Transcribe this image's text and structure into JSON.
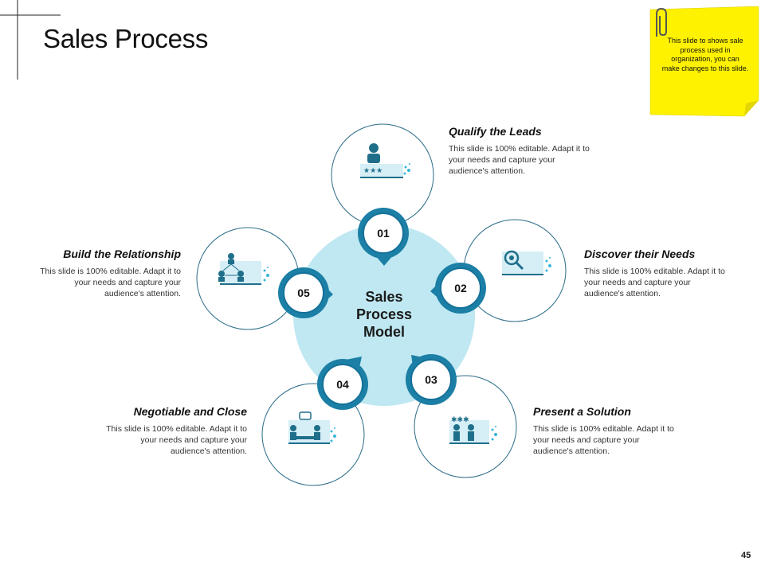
{
  "slide": {
    "title": "Sales Process",
    "page_number": "45",
    "note": "This slide to shows sale process used in organization, you can make changes to this slide."
  },
  "diagram": {
    "center_label": "Sales Process Model",
    "colors": {
      "hub": "#bfe8f2",
      "ring": "#1c7fa6",
      "ring_inner": "#157199",
      "badge_fill": "#ffffff",
      "outline": "#2a6b87",
      "icon": "#1f6f8b",
      "note": "#fff200"
    },
    "steps": [
      {
        "number": "01",
        "title": "Qualify the Leads",
        "description": "This slide is 100% editable. Adapt it to your needs and capture your audience's attention.",
        "icon": "person-stars-icon"
      },
      {
        "number": "02",
        "title": "Discover their Needs",
        "description": "This slide is 100% editable. Adapt it to your needs and capture your audience's attention.",
        "icon": "magnifier-icon"
      },
      {
        "number": "03",
        "title": "Present a Solution",
        "description": "This slide is 100% editable. Adapt it to your needs and capture your audience's attention.",
        "icon": "people-idea-icon"
      },
      {
        "number": "04",
        "title": "Negotiable and Close",
        "description": "This slide is 100% editable. Adapt it to your needs and capture your audience's attention.",
        "icon": "meeting-icon"
      },
      {
        "number": "05",
        "title": "Build the Relationship",
        "description": "This slide is 100% editable. Adapt it to your needs and capture your audience's attention.",
        "icon": "network-people-icon"
      }
    ]
  }
}
